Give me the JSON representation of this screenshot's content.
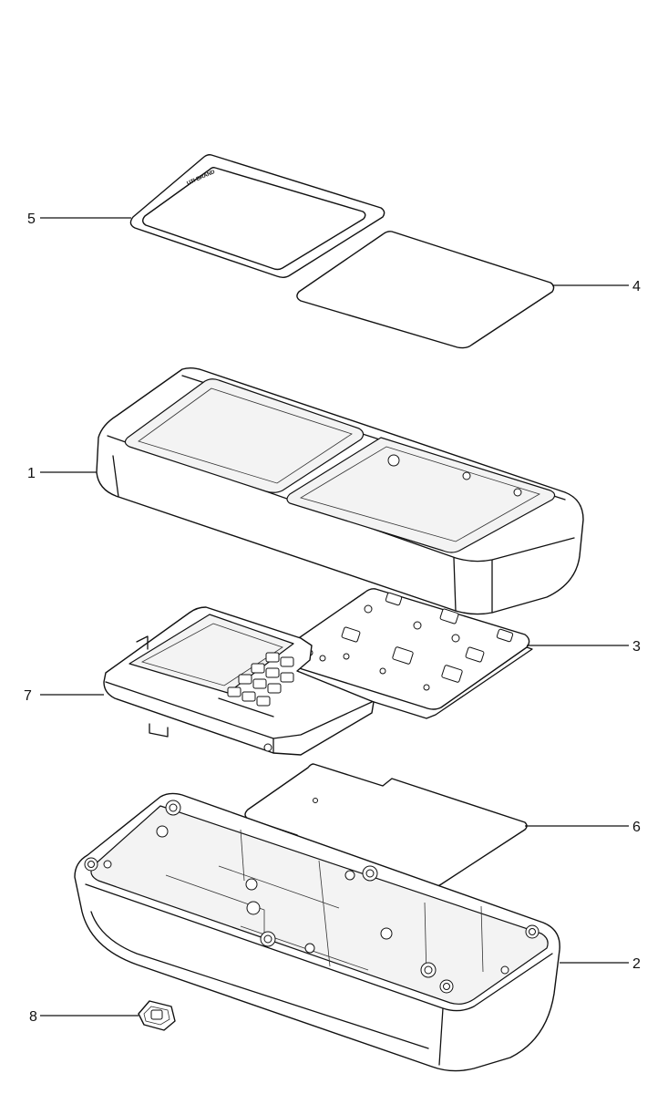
{
  "callouts": [
    {
      "id": "5",
      "label": "5"
    },
    {
      "id": "4",
      "label": "4"
    },
    {
      "id": "1",
      "label": "1"
    },
    {
      "id": "3",
      "label": "3"
    },
    {
      "id": "7",
      "label": "7"
    },
    {
      "id": "6",
      "label": "6"
    },
    {
      "id": "2",
      "label": "2"
    },
    {
      "id": "8",
      "label": "8"
    }
  ],
  "window_logo": "UTI BRAND"
}
